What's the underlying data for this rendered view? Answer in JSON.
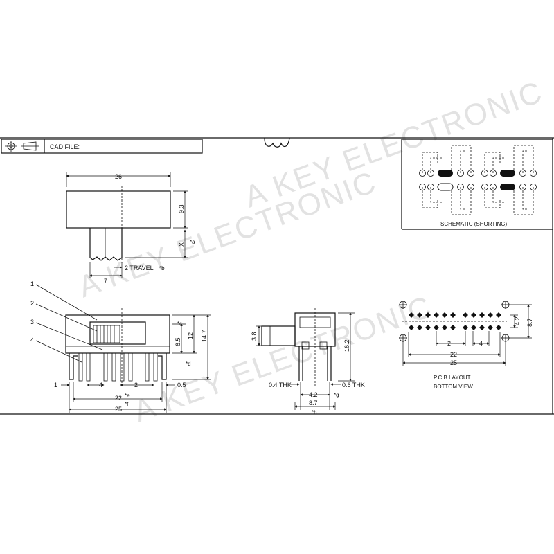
{
  "title_block": {
    "cad_label": "CAD FILE:",
    "logo_text": "ωω"
  },
  "watermark": {
    "line1": "A KEY ELECTRONIC",
    "line2": "A KEY ELECTRONIC",
    "line3": "A KEY ELECTRONIC"
  },
  "schematic": {
    "caption": "SCHEMATIC (SHORTING)"
  },
  "top_view": {
    "width": "26",
    "height": "9.3",
    "actuator": "X",
    "actuator_note": "*a",
    "actuator_width": "7",
    "travel": "2 TRAVEL",
    "travel_note": "*b"
  },
  "front_view": {
    "callouts": [
      "1",
      "2",
      "3",
      "4"
    ],
    "dim_c": "*c",
    "dim_65": "6.5",
    "dim_12": "12",
    "dim_147": "14.7",
    "dim_d": "*d",
    "dim_1": "1",
    "dim_4": "4",
    "dim_2": "2",
    "dim_05": "0.5",
    "dim_22": "22",
    "dim_e": "*e",
    "dim_f": "*f",
    "dim_25": "25"
  },
  "side_view": {
    "dim_38": "3.8",
    "dim_162": "16.2",
    "thk_left": "0.4 THK",
    "thk_right": "0.6 THK",
    "dim_42": "4.2",
    "dim_g": "*g",
    "dim_87": "8.7",
    "dim_h": "*h"
  },
  "pcb": {
    "caption1": "P.C.B LAYOUT",
    "caption2": "BOTTOM VIEW",
    "dim_42": "4.2",
    "dim_87": "8.7",
    "dim_2": "2",
    "dim_4": "4",
    "dim_22": "22",
    "dim_25": "25"
  }
}
